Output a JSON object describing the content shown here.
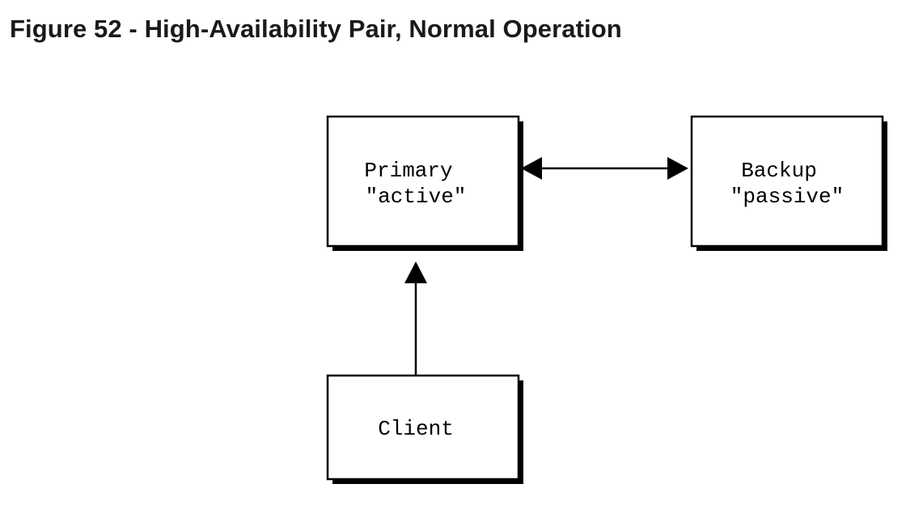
{
  "figure": {
    "caption": "Figure 52 - High-Availability Pair, Normal Operation"
  },
  "diagram": {
    "nodes": {
      "primary": {
        "line1": "Primary",
        "line2": "\"active\""
      },
      "backup": {
        "line1": "Backup",
        "line2": "\"passive\""
      },
      "client": {
        "line1": "Client"
      }
    },
    "edges": [
      {
        "from": "primary",
        "to": "backup",
        "direction": "bidirectional"
      },
      {
        "from": "client",
        "to": "primary",
        "direction": "forward"
      }
    ]
  }
}
